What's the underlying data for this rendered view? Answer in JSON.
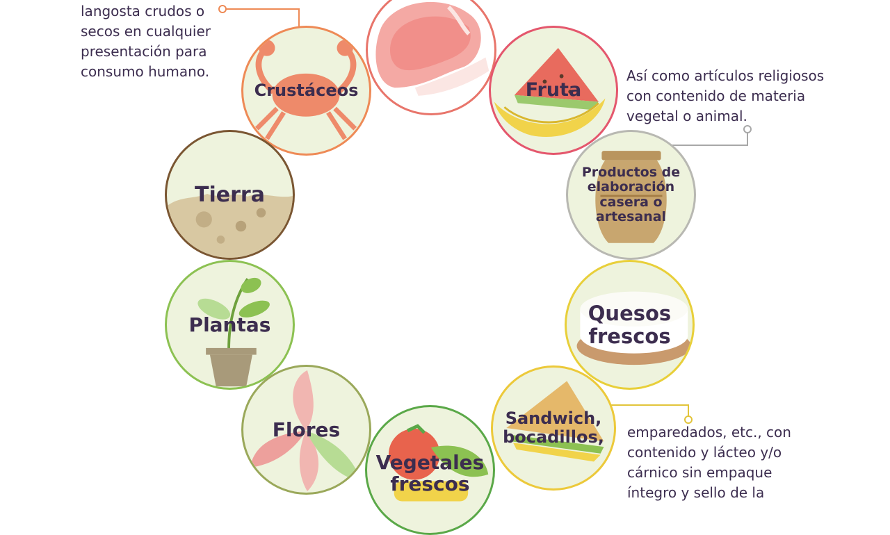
{
  "nodes": {
    "meat": {
      "label": "",
      "icon": "meat-icon",
      "color": "#e8756b"
    },
    "fruit": {
      "label": "Fruta",
      "icon": "watermelon-banana-icon",
      "color": "#e4576d"
    },
    "crustaceans": {
      "label": "Crustáceos",
      "icon": "crab-icon",
      "color": "#ee8a56"
    },
    "homemade": {
      "label": "Productos de\nelaboración\ncasera o\nartesanal",
      "icon": "jar-icon",
      "color": "#b8b8b2"
    },
    "soil": {
      "label": "Tierra",
      "icon": "soil-icon",
      "color": "#7a5632"
    },
    "cheese": {
      "label": "Quesos\nfrescos",
      "icon": "cheese-icon",
      "color": "#e8cf3a"
    },
    "plants": {
      "label": "Plantas",
      "icon": "potted-plant-icon",
      "color": "#8cc152"
    },
    "sandwich": {
      "label": "Sandwich,\nbocadillos,",
      "icon": "sandwich-icon",
      "color": "#ecc93a"
    },
    "flowers": {
      "label": "Flores",
      "icon": "lily-icon",
      "color": "#9aa85a"
    },
    "vegetables": {
      "label": "Vegetales\nfrescos",
      "icon": "vegetables-icon",
      "color": "#5aa848"
    }
  },
  "notes": {
    "crustaceans": "langosta crudos o\nsecos en cualquier\npresentación para\nconsumo humano.",
    "homemade": "Así como artículos religiosos\ncon contenido de materia\nvegetal o animal.",
    "sandwich": "emparedados, etc., con\ncontenido y lácteo y/o\ncárnico sin empaque\níntegro y sello de la"
  },
  "colors": {
    "text": "#3c2d4f",
    "connector_orange": "#ee8a56",
    "connector_gray": "#a8a8a8",
    "connector_yellow": "#e2c43a",
    "node_fill": "#eef3dd"
  }
}
